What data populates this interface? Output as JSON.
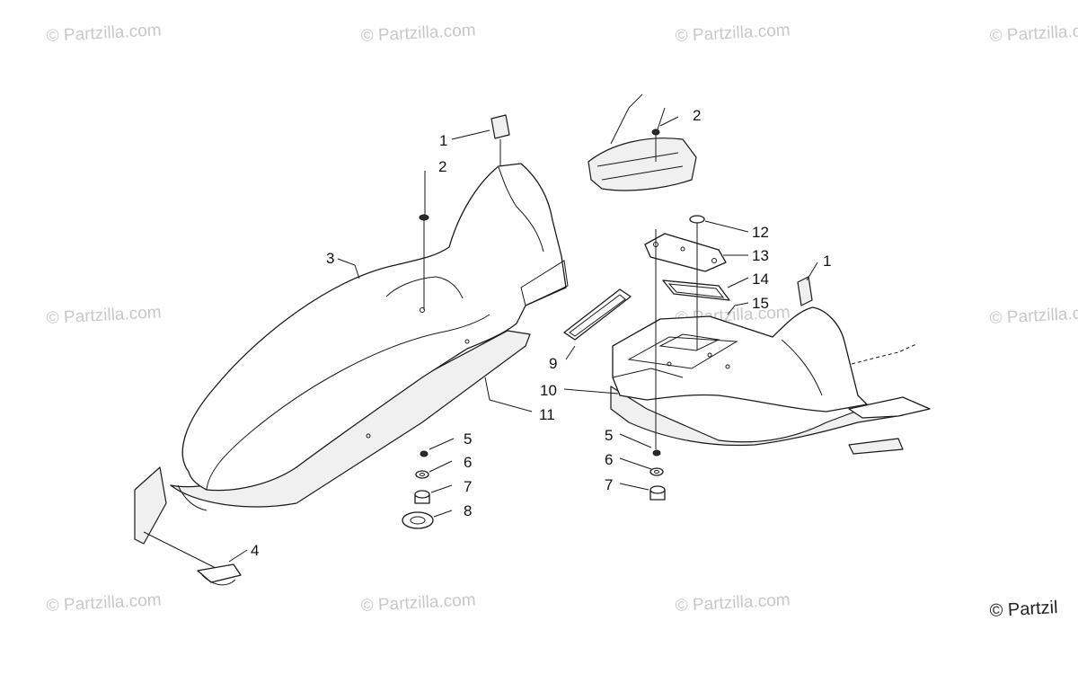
{
  "watermark": {
    "text": "© Partzilla.com",
    "corner_text": "© Partzil"
  },
  "callouts": [
    "1",
    "2",
    "3",
    "4",
    "5",
    "6",
    "7",
    "8",
    "9",
    "10",
    "11",
    "12",
    "13",
    "14",
    "15"
  ],
  "colors": {
    "line": "#1a1a1a",
    "watermark": "#c8c8c8",
    "background": "#ffffff"
  }
}
